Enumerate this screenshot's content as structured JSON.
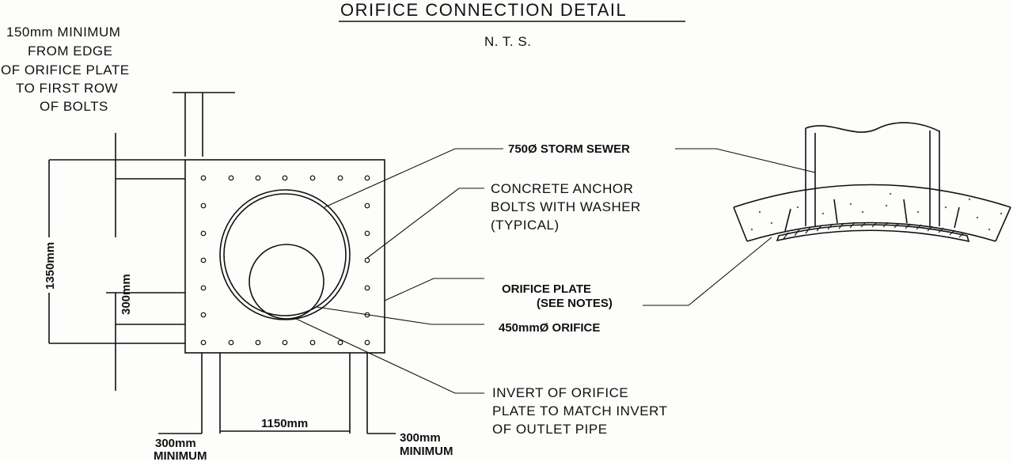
{
  "title": "ORIFICE CONNECTION DETAIL",
  "scale_note": "N. T. S.",
  "note_bolts_edge": [
    "150mm MINIMUM",
    "FROM EDGE",
    "OF ORIFICE PLATE",
    "TO FIRST ROW",
    "OF BOLTS"
  ],
  "label_sewer": "750Ø STORM SEWER",
  "label_anchor": [
    "CONCRETE ANCHOR",
    "BOLTS WITH WASHER",
    "(TYPICAL)"
  ],
  "label_plate": [
    "ORIFICE PLATE",
    "(SEE NOTES)"
  ],
  "label_orifice": "450mmØ ORIFICE",
  "label_invert": [
    "INVERT OF ORIFICE",
    "PLATE TO MATCH INVERT",
    "OF OUTLET PIPE"
  ],
  "dim_height": "1350mm",
  "dim_inner": "300mm",
  "dim_width": "1150mm",
  "dim_left_min": [
    "300mm",
    "MINIMUM"
  ],
  "dim_right_min": [
    "300mm",
    "MINIMUM"
  ]
}
